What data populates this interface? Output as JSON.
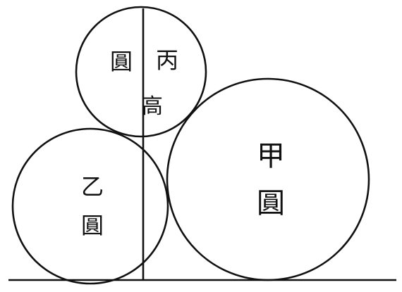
{
  "labels": {
    "circle_bing": "圓丙",
    "height": "高",
    "circle_yi": "乙圓",
    "circle_jia": "甲圓"
  },
  "glyphs": {
    "bing_yuan": "圓",
    "bing_name": "丙",
    "gao": "高",
    "yi_name": "乙",
    "yi_yuan": "圓",
    "jia_name": "甲",
    "jia_yuan": "圓"
  },
  "colors": {
    "ink": "#111111",
    "paper": "#ffffff"
  }
}
